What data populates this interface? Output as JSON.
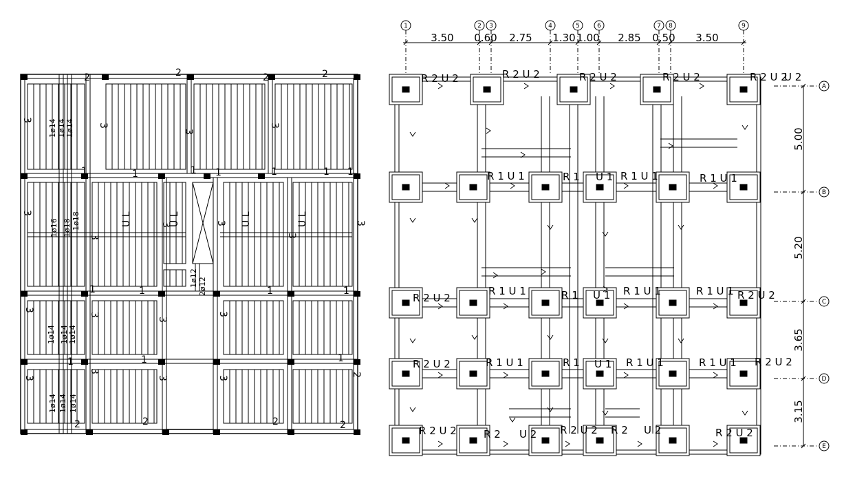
{
  "left_plan": {
    "slab_marks": [
      "2",
      "2",
      "2",
      "2",
      "3",
      "3",
      "3",
      "3",
      "1",
      "1",
      "1",
      "1",
      "1",
      "1",
      "3",
      "3",
      "3",
      "3",
      "3",
      "1",
      "1",
      "1",
      "1",
      "3",
      "3",
      "3",
      "3",
      "1",
      "1",
      "1",
      "3",
      "3",
      "3",
      "3",
      "2",
      "2",
      "2",
      "2",
      "2",
      "1",
      "3"
    ],
    "rebar_labels": [
      "1ø14",
      "1ø14",
      "1ø14",
      "1ø16",
      "1ø18",
      "1ø18",
      "1ø14",
      "1ø14",
      "1ø14",
      "1ø14",
      "1ø14",
      "1ø14",
      "1ø12",
      "2ø12"
    ],
    "opening_labels": [
      "U L",
      "U L",
      "U L",
      "U L"
    ]
  },
  "right_plan": {
    "grid_columns": [
      "1",
      "2",
      "3",
      "4",
      "5",
      "6",
      "7",
      "8",
      "9"
    ],
    "grid_rows": [
      "A",
      "B",
      "C",
      "D",
      "E"
    ],
    "spacing_top": [
      "3.50",
      "0.60",
      "2.75",
      "1.30",
      "1.00",
      "2.85",
      "0.50",
      "3.50"
    ],
    "spacing_right": [
      "5.00",
      "5.20",
      "3.65",
      "3.15"
    ],
    "beam_labels": [
      "R 2  U 2",
      "R 2  U 2",
      "R 2  U 2",
      "R 2  U 2",
      "R 2  U 2",
      "R 1  U 1",
      "R 1",
      "U 1",
      "R 1  U 1",
      "R 1  U 1",
      "R 2  U 2",
      "R 1  U 1",
      "R 1",
      "U 1",
      "R 1  U 1",
      "R 1  U 1",
      "R 2  U 2",
      "R 2  U 2",
      "R 1  U 1",
      "R 1",
      "U 1",
      "R 1  U 1",
      "R 1  U 1",
      "R 2  U 2",
      "R 2  U 2",
      "R 2",
      "U 2",
      "R 2  U 2",
      "R 2",
      "U 2",
      "R 2  U 2"
    ]
  },
  "colors": {
    "ink": "#000000",
    "paper": "#ffffff"
  }
}
